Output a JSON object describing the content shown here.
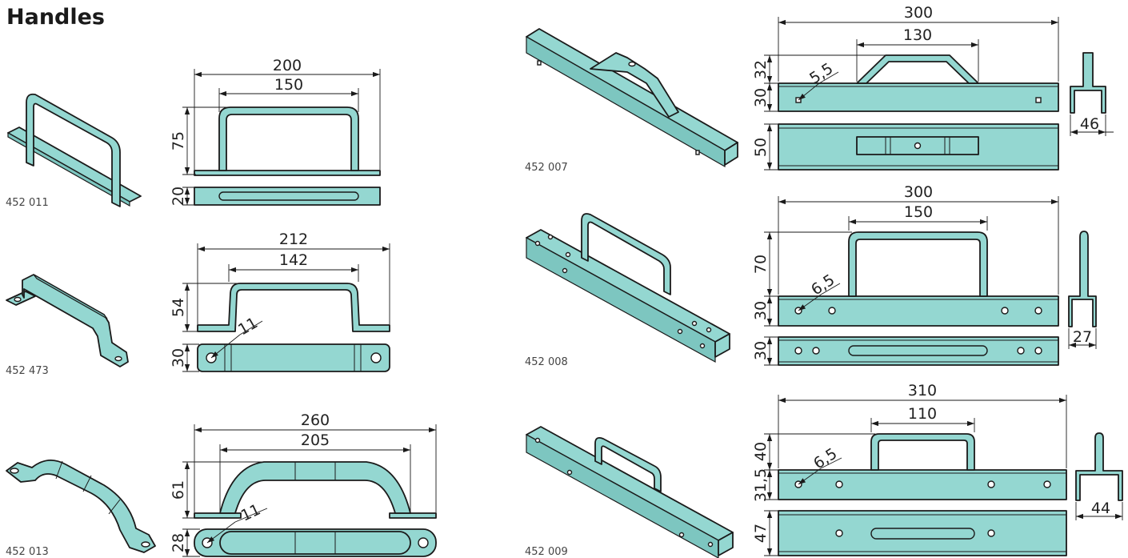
{
  "title": "Handles",
  "colors": {
    "fill": "#94d7d1",
    "stroke": "#1a1a1a",
    "background": "#ffffff"
  },
  "products": [
    {
      "code": "452 011",
      "dims": {
        "overall": "200",
        "inner": "150",
        "height": "75",
        "base": "20"
      }
    },
    {
      "code": "452 473",
      "dims": {
        "overall": "212",
        "inner": "142",
        "height": "54",
        "base": "30",
        "hole": "11"
      }
    },
    {
      "code": "452 013",
      "dims": {
        "overall": "260",
        "inner": "205",
        "height": "61",
        "base": "28",
        "hole": "11"
      }
    },
    {
      "code": "452 007",
      "dims": {
        "overall": "300",
        "inner": "130",
        "height": "32",
        "plate": "30",
        "hole": "5,5",
        "side": "46",
        "width": "50"
      }
    },
    {
      "code": "452 008",
      "dims": {
        "overall": "300",
        "inner": "150",
        "height": "70",
        "plate": "30",
        "hole": "6,5",
        "side": "27",
        "width": "30"
      }
    },
    {
      "code": "452 009",
      "dims": {
        "overall": "310",
        "inner": "110",
        "height": "40",
        "plate": "31,5",
        "hole": "6,5",
        "side": "44",
        "width": "47"
      }
    }
  ]
}
